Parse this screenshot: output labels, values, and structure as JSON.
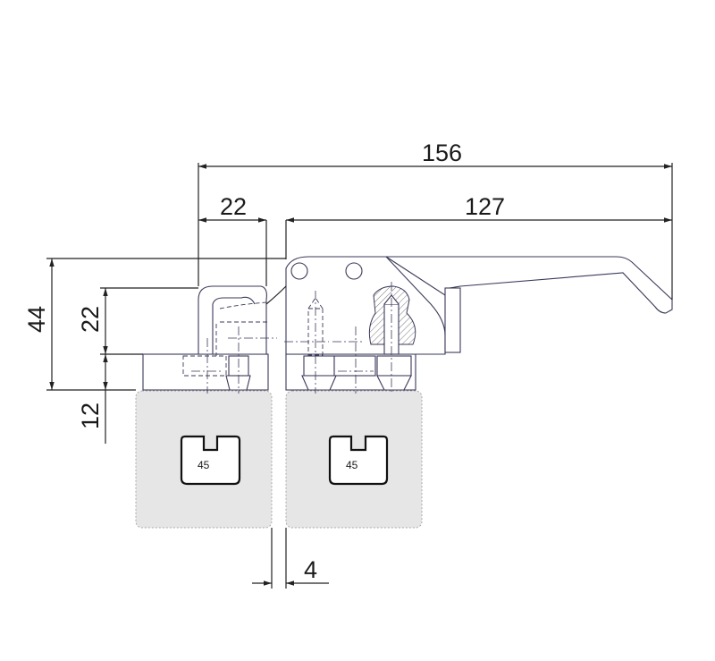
{
  "dimensions": {
    "overall_length": "156",
    "pivot_offset": "22",
    "lever_length": "127",
    "total_height": "44",
    "clamp_height": "22",
    "profile_height": "12",
    "gap": "4"
  },
  "profiles": [
    {
      "label": "45"
    },
    {
      "label": "45"
    }
  ],
  "colors": {
    "line": "#222222",
    "part_outline": "#3a3a5a",
    "profile_fill": "#e6e6e6",
    "profile_slot": "#111111"
  }
}
